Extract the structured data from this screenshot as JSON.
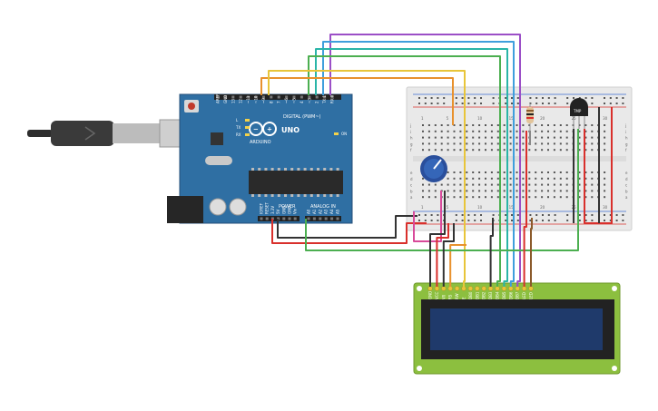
{
  "arduino": {
    "brand": "ARDUINO",
    "model": "UNO",
    "digital_header": "DIGITAL (PWM~)",
    "power_header": "POWER",
    "analog_header": "ANALOG IN",
    "on_label": "ON",
    "led_labels": [
      "L",
      "TX",
      "RX"
    ],
    "top_pin_labels": [
      "AREF",
      "GND",
      "13",
      "12",
      "~11",
      "~10",
      "~9",
      "8",
      "7",
      "~6",
      "~5",
      "4",
      "~3",
      "2",
      "TX 1",
      "RX 0"
    ],
    "power_pin_labels": [
      "IOREF",
      "RESET",
      "3.3V",
      "5V",
      "GND",
      "GND",
      "Vin"
    ],
    "analog_pin_labels": [
      "A0",
      "A1",
      "A2",
      "A3",
      "A4",
      "A5"
    ]
  },
  "breadboard": {
    "column_numbers": [
      "1",
      "5",
      "10",
      "15",
      "20",
      "25",
      "30"
    ],
    "row_letters_top": [
      "j",
      "i",
      "h",
      "g",
      "f"
    ],
    "row_letters_bottom": [
      "e",
      "d",
      "c",
      "b",
      "a"
    ]
  },
  "sensor": {
    "label": "TMP"
  },
  "lcd": {
    "pin_labels": [
      "GND",
      "VCC",
      "V0",
      "RS",
      "RW",
      "E",
      "DB0",
      "DB1",
      "DB2",
      "DB3",
      "DB4",
      "DB5",
      "DB6",
      "DB7",
      "LED",
      "LED"
    ]
  },
  "colors": {
    "board": "#2f6fa3",
    "breadboard": "#e9e9e9",
    "lcd_pcb": "#8cbf3f",
    "lcd_screen": "#1f3a6b",
    "wire_purple": "#9b4fc7",
    "wire_blue": "#3f9fdc",
    "wire_teal": "#2ab5a8",
    "wire_green": "#4caf50",
    "wire_orange": "#e8912d",
    "wire_yellow": "#e8c53a",
    "wire_red": "#d9302c",
    "wire_black": "#333333",
    "wire_brown": "#8b5a2b",
    "wire_pink": "#d84a9a",
    "wire_gray": "#888888"
  }
}
